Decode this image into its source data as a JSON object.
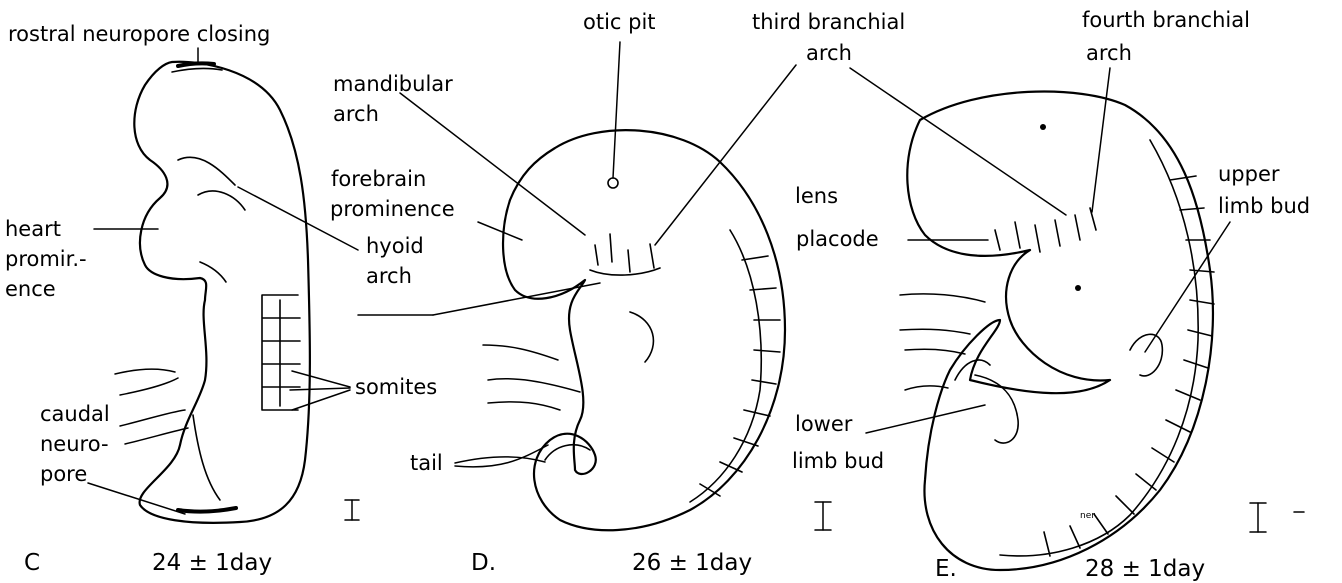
{
  "labels": {
    "rostral_neuropore": "rostral neuropore closing",
    "heart_line1": "heart",
    "heart_line2": "promir.-",
    "heart_line3": "ence",
    "hyoid_line1": "hyoid",
    "hyoid_line2": "arch",
    "somites": "somites",
    "caudal_line1": "caudal",
    "caudal_line2": "neuro-",
    "caudal_line3": "pore",
    "mandibular_line1": "mandibular",
    "mandibular_line2": "arch",
    "otic_pit": "otic pit",
    "forebrain_line1": "forebrain",
    "forebrain_line2": "prominence",
    "third_line1": "third branchial",
    "third_line2": "arch",
    "tail": "tail",
    "fourth_line1": "fourth branchial",
    "fourth_line2": "arch",
    "lens_line1": "lens",
    "lens_line2": "placode",
    "upper_line1": "upper",
    "upper_line2": "limb bud",
    "lower_line1": "lower",
    "lower_line2": "limb bud",
    "initials": "ner"
  },
  "captions": {
    "c_letter": "C",
    "c_age": "24 ± 1day",
    "d_letter": "D.",
    "d_age": "26 ± 1day",
    "e_letter": "E.",
    "e_age": "28 ± 1day"
  }
}
